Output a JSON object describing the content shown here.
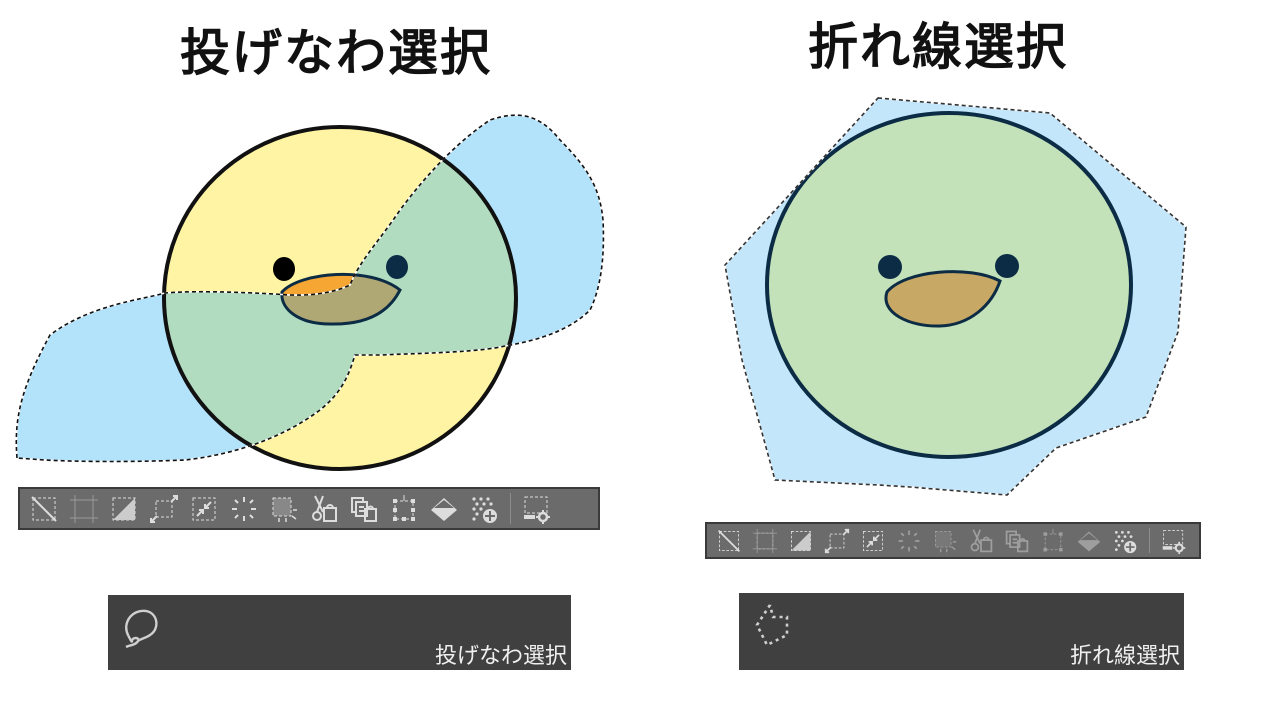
{
  "left": {
    "title": "投げなわ選択",
    "tool_panel": {
      "label": "投げなわ選択",
      "icon": "lasso-icon"
    }
  },
  "right": {
    "title": "折れ線選択",
    "tool_panel": {
      "label": "折れ線選択",
      "icon": "polyline-selection-icon"
    }
  },
  "selection_toolbar": {
    "buttons": [
      {
        "name": "deselect",
        "icon": "deselect-icon"
      },
      {
        "name": "crop-to-selection",
        "icon": "crop-icon"
      },
      {
        "name": "invert-selection",
        "icon": "invert-selection-icon"
      },
      {
        "name": "expand-selection",
        "icon": "expand-selection-icon"
      },
      {
        "name": "shrink-selection",
        "icon": "shrink-selection-icon"
      },
      {
        "name": "convert-to-selection-layer",
        "icon": "selection-layer-icon"
      },
      {
        "name": "selection-from-layer",
        "icon": "selection-from-layer-icon"
      },
      {
        "name": "cut-and-paste",
        "icon": "cut-paste-icon"
      },
      {
        "name": "copy-and-paste",
        "icon": "copy-paste-icon"
      },
      {
        "name": "scale-rotate",
        "icon": "transform-icon"
      },
      {
        "name": "fill",
        "icon": "fill-bucket-icon"
      },
      {
        "name": "new-tone",
        "icon": "new-tone-icon"
      },
      {
        "name": "selection-launcher-settings",
        "icon": "launcher-settings-icon"
      }
    ]
  },
  "colors": {
    "body_yellow": "#fff4a3",
    "selection_blue": "#b3e2fb",
    "overlap_green": "#b2dcc0",
    "right_green": "#c3e2b9",
    "beak_orange": "#f6a633",
    "beak_tan": "#b0a874",
    "outline_navy": "#0c2b44",
    "toolbar_bg": "#6b6b6b",
    "panel_bg": "#404040"
  }
}
